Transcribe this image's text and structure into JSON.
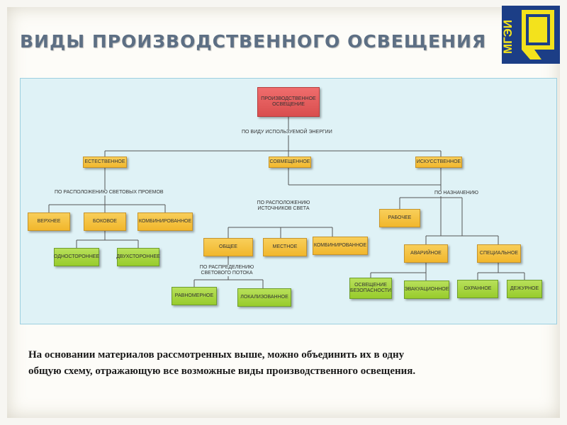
{
  "slide": {
    "title": "ВИДЫ ПРОИЗВОДСТВЕННОГО ОСВЕЩЕНИЯ",
    "caption_line1": "На основании материалов рассмотренных выше, можно объединить их в одну",
    "caption_line2": "общую схему, отражающую все возможные виды производственного освещения."
  },
  "logo": {
    "text": "МГЭИ"
  },
  "diagram": {
    "nodes": {
      "root": "Производственное освещение",
      "natural": "Естественное",
      "combined": "Совмещенное",
      "artificial": "Искусственное",
      "top": "Верхнее",
      "side": "Боковое",
      "combo_nat": "Комбинированное",
      "one_side": "Одностороннее",
      "two_side": "Двухстороннее",
      "general": "Общее",
      "local": "Местное",
      "combo_art": "Комбинированное",
      "uniform": "Равномерное",
      "localized": "Локализованное",
      "working": "Рабочее",
      "emergency": "Аварийное",
      "special": "Специальное",
      "safety": "Освещение безопасности",
      "evacuation": "Эвакуационное",
      "security": "Охранное",
      "duty": "Дежурное"
    },
    "labels": {
      "by_energy": "По виду используемой энергии",
      "by_openings": "По расположению световых проемов",
      "by_sources": "По расположению источников света",
      "by_purpose": "По назначению",
      "by_flux": "По распределению светового потока"
    }
  }
}
